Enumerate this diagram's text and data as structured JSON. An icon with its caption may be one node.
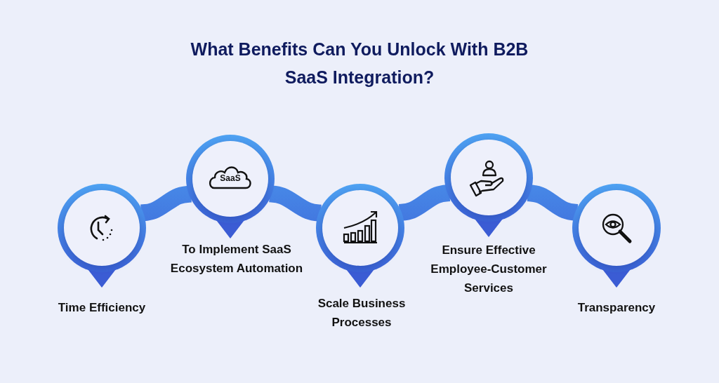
{
  "diagram": {
    "title": "What Benefits Can You Unlock With B2B SaaS Integration?",
    "nodes": [
      {
        "text": [],
        "shape": "circle",
        "beside": [
          "Time Efficiency"
        ]
      },
      {
        "text": [],
        "shape": "circle",
        "beside": [
          "To Implement SaaS Ecosystem Automation"
        ]
      },
      {
        "text": [],
        "shape": "circle",
        "beside": [
          "Scale Business Processes"
        ]
      },
      {
        "text": [],
        "shape": "circle",
        "beside": [
          "Ensure Effective Employee-Customer Services"
        ]
      },
      {
        "text": [],
        "shape": "circle",
        "beside": [
          "Transparency"
        ]
      }
    ],
    "edges": [
      {
        "from": 0,
        "to": 1,
        "arrow": "none",
        "style": "thick"
      },
      {
        "from": 1,
        "to": 2,
        "arrow": "none",
        "style": "thick"
      },
      {
        "from": 2,
        "to": 3,
        "arrow": "none",
        "style": "thick"
      },
      {
        "from": 3,
        "to": 4,
        "arrow": "none",
        "style": "thick"
      }
    ],
    "labels": [
      "SaaS"
    ]
  }
}
